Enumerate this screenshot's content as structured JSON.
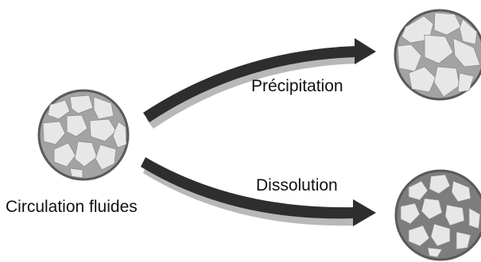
{
  "diagram": {
    "source_label": "Circulation fluides",
    "outcomes": [
      {
        "label": "Précipitation"
      },
      {
        "label": "Dissolution"
      }
    ]
  },
  "colors": {
    "grain_fill": "#e7e7e7",
    "pore_light": "#a3a3a3",
    "pore_dark": "#7d7d7d",
    "circle_border": "#5a5a5a",
    "arrow_fill": "#2e2e2e",
    "arrow_shadow": "#b8b8b8"
  }
}
